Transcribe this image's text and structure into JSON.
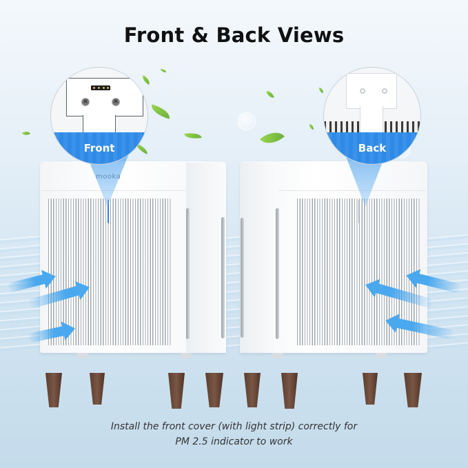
{
  "title": "Front & Back Views",
  "caption": {
    "line1": "Install the front cover (with light strip) correctly for",
    "line2": "PM 2.5 indicator to work"
  },
  "units": [
    {
      "view": "front",
      "brand": "mooka",
      "callout_label": "Front",
      "callout_detail": "4-pin connector with two screws",
      "light_strip_color": "#3b79d6"
    },
    {
      "view": "back",
      "callout_label": "Back",
      "callout_detail": "plate with two mounting holes above vent slots"
    }
  ],
  "colors": {
    "callout_band": "#2f8ae6",
    "airflow_arrow": "#4aa8ee",
    "leg_wood": "#6b4a3a",
    "background_top": "#f4f8fc",
    "background_bottom": "#c4dbeb"
  },
  "icons": [
    "leaf-icon",
    "airflow-arrow-icon",
    "bubble-icon",
    "screw-icon"
  ]
}
